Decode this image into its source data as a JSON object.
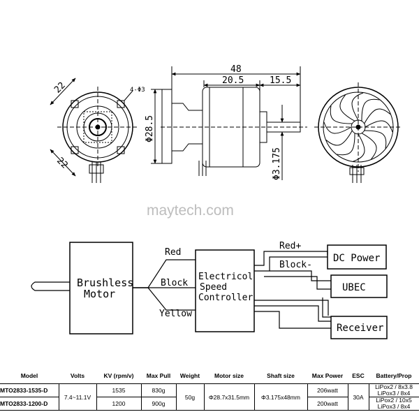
{
  "drawing": {
    "front_dim_a": "22",
    "front_dim_b": "22",
    "hole_label": "4-Φ3",
    "overall_length": "48",
    "body_length": "20.5",
    "shaft_length": "15.5",
    "diameter": "Φ28.5",
    "shaft_diameter": "Φ3.175"
  },
  "watermark": "maytech.com",
  "wiring": {
    "motor_label_1": "Brushless",
    "motor_label_2": "Motor",
    "wire_red": "Red",
    "wire_black": "Block",
    "wire_yellow": "Yellow",
    "esc_label_1": "Electricol",
    "esc_label_2": "Speed",
    "esc_label_3": "Controller",
    "power_red": "Red+",
    "power_black": "Block-",
    "dc_power": "DC Power",
    "ubec": "UBEC",
    "receiver": "Receiver"
  },
  "table": {
    "headers": [
      "Model",
      "Volts",
      "KV (rpm/v)",
      "Max Pull",
      "Weight",
      "Motor size",
      "Shaft size",
      "Max Power",
      "ESC",
      "Battery/Prop"
    ],
    "voltage": "7.4~11.1V",
    "weight": "50g",
    "motor_size": "Φ28.7x31.5mm",
    "shaft_size": "Φ3.175x48mm",
    "esc": "30A",
    "rows": [
      {
        "model": "MTO2833-1535-D",
        "kv": "1535",
        "pull": "830g",
        "power": "206watt",
        "battery_1": "LiPox2 / 8x3.8",
        "battery_2": "LiPox3 / 8x4"
      },
      {
        "model": "MTO2833-1200-D",
        "kv": "1200",
        "pull": "900g",
        "power": "200watt",
        "battery_1": "LiPox2 / 10x5",
        "battery_2": "LiPox3 / 8x4"
      }
    ]
  }
}
